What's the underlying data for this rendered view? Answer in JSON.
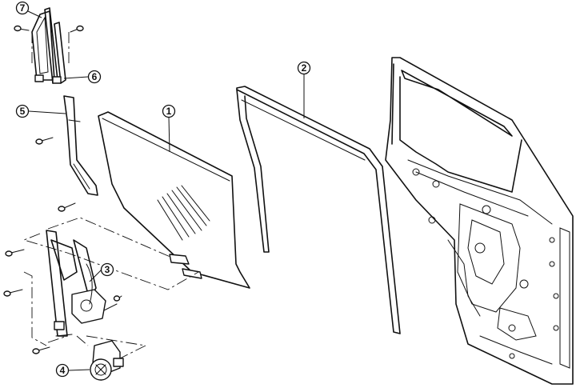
{
  "callouts": [
    {
      "id": "glass",
      "label": "1"
    },
    {
      "id": "run-channel",
      "label": "2"
    },
    {
      "id": "regulator",
      "label": "3"
    },
    {
      "id": "motor",
      "label": "4"
    },
    {
      "id": "rear-guide",
      "label": "5"
    },
    {
      "id": "quarter-seal",
      "label": "6"
    },
    {
      "id": "quarter-glass",
      "label": "7"
    }
  ]
}
